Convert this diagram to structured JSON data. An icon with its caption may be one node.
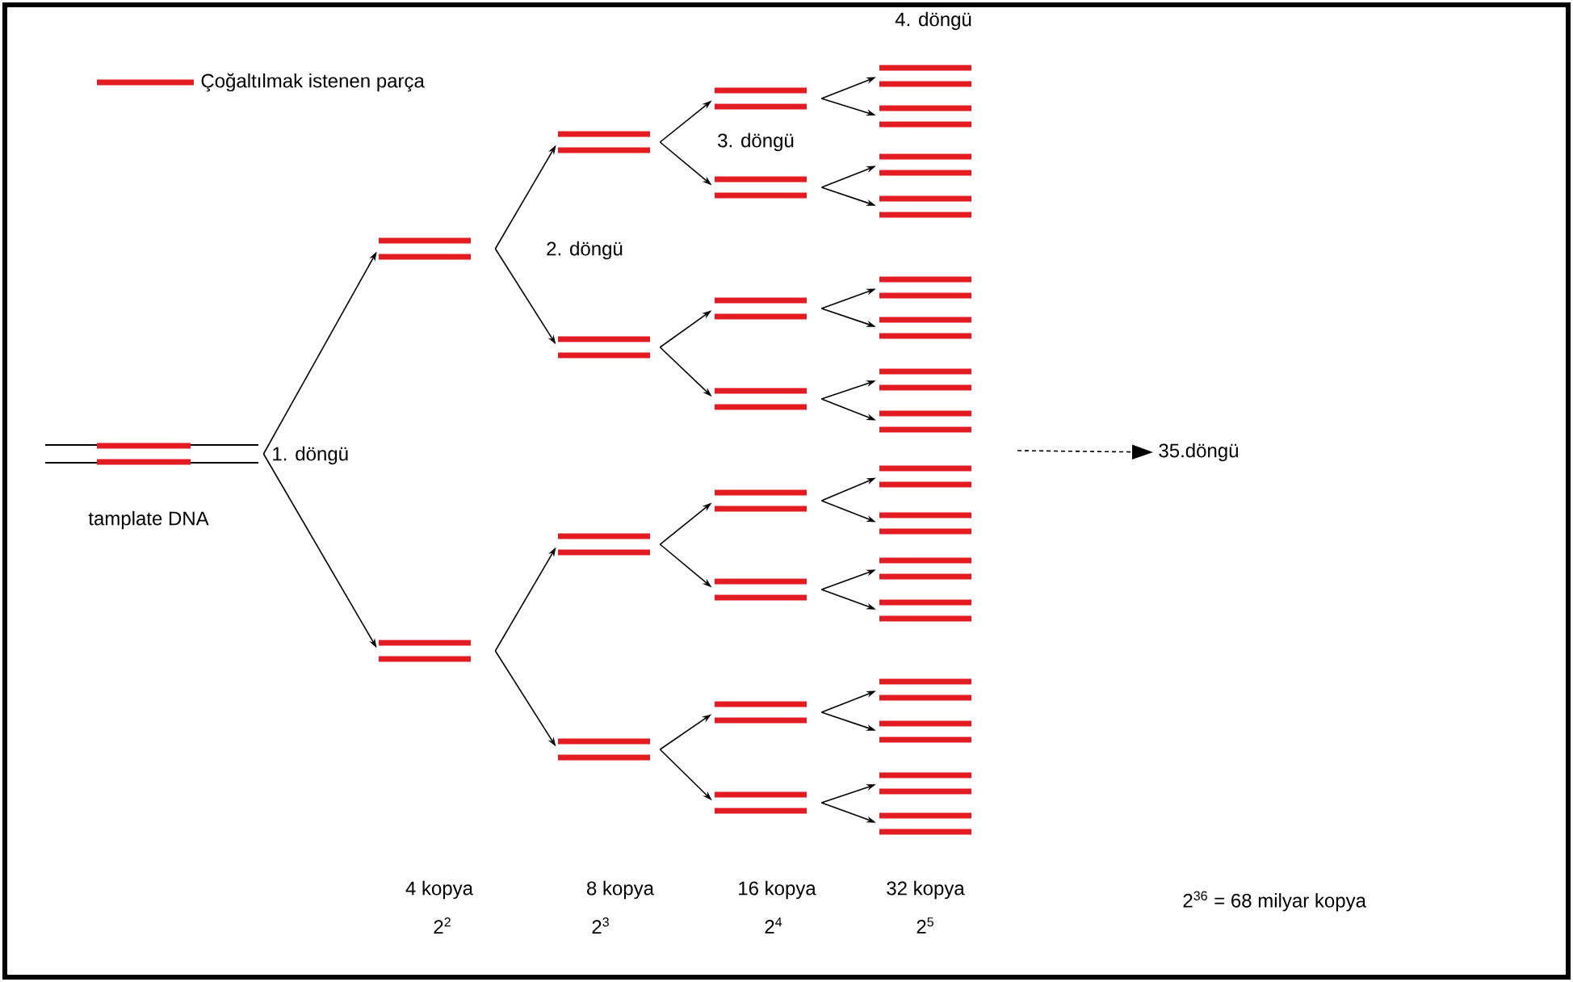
{
  "diagram": {
    "nodes": [
      {
        "text": [],
        "shape": "bar",
        "beside": [
          "tamplate DNA"
        ]
      },
      {
        "text": [],
        "shape": "bar"
      },
      {
        "text": [],
        "shape": "bar"
      },
      {
        "text": [],
        "shape": "bar"
      },
      {
        "text": [],
        "shape": "bar"
      },
      {
        "text": [],
        "shape": "bar"
      },
      {
        "text": [],
        "shape": "bar"
      },
      {
        "text": [],
        "shape": "bar"
      },
      {
        "text": [],
        "shape": "bar"
      },
      {
        "text": [],
        "shape": "bar"
      },
      {
        "text": [],
        "shape": "bar"
      },
      {
        "text": [],
        "shape": "bar"
      },
      {
        "text": [],
        "shape": "bar"
      },
      {
        "text": [],
        "shape": "bar"
      },
      {
        "text": [],
        "shape": "bar"
      },
      {
        "text": [],
        "shape": "bar"
      },
      {
        "text": [],
        "shape": "bar"
      },
      {
        "text": [],
        "shape": "bar"
      },
      {
        "text": [],
        "shape": "bar"
      },
      {
        "text": [],
        "shape": "bar"
      },
      {
        "text": [],
        "shape": "bar"
      },
      {
        "text": [],
        "shape": "bar"
      },
      {
        "text": [],
        "shape": "bar"
      },
      {
        "text": [],
        "shape": "bar"
      },
      {
        "text": [],
        "shape": "bar"
      },
      {
        "text": [],
        "shape": "bar"
      },
      {
        "text": [],
        "shape": "bar"
      },
      {
        "text": [],
        "shape": "bar"
      },
      {
        "text": [],
        "shape": "bar"
      },
      {
        "text": [],
        "shape": "bar"
      },
      {
        "text": [],
        "shape": "bar"
      },
      {
        "text": [
          "35.döngü"
        ]
      }
    ],
    "edges": [
      {
        "from": 0,
        "to": 1,
        "arrow": "to"
      },
      {
        "from": 0,
        "to": 2,
        "arrow": "to"
      },
      {
        "from": 1,
        "to": 3,
        "arrow": "to"
      },
      {
        "from": 1,
        "to": 4,
        "arrow": "to"
      },
      {
        "from": 2,
        "to": 5,
        "arrow": "to"
      },
      {
        "from": 2,
        "to": 6,
        "arrow": "to"
      },
      {
        "from": 3,
        "to": 7,
        "arrow": "to"
      },
      {
        "from": 3,
        "to": 8,
        "arrow": "to"
      },
      {
        "from": 4,
        "to": 9,
        "arrow": "to"
      },
      {
        "from": 4,
        "to": 10,
        "arrow": "to"
      },
      {
        "from": 5,
        "to": 11,
        "arrow": "to"
      },
      {
        "from": 5,
        "to": 12,
        "arrow": "to"
      },
      {
        "from": 6,
        "to": 13,
        "arrow": "to"
      },
      {
        "from": 6,
        "to": 14,
        "arrow": "to"
      },
      {
        "from": 7,
        "to": 15,
        "arrow": "to"
      },
      {
        "from": 7,
        "to": 16,
        "arrow": "to"
      },
      {
        "from": 8,
        "to": 17,
        "arrow": "to"
      },
      {
        "from": 8,
        "to": 18,
        "arrow": "to"
      },
      {
        "from": 9,
        "to": 19,
        "arrow": "to"
      },
      {
        "from": 9,
        "to": 20,
        "arrow": "to"
      },
      {
        "from": 10,
        "to": 21,
        "arrow": "to"
      },
      {
        "from": 10,
        "to": 22,
        "arrow": "to"
      },
      {
        "from": 11,
        "to": 23,
        "arrow": "to"
      },
      {
        "from": 11,
        "to": 24,
        "arrow": "to"
      },
      {
        "from": 12,
        "to": 25,
        "arrow": "to"
      },
      {
        "from": 12,
        "to": 26,
        "arrow": "to"
      },
      {
        "from": 13,
        "to": 27,
        "arrow": "to"
      },
      {
        "from": 13,
        "to": 28,
        "arrow": "to"
      },
      {
        "from": 14,
        "to": 29,
        "arrow": "to"
      },
      {
        "from": 14,
        "to": 30,
        "arrow": "to"
      },
      {
        "from": null,
        "to": 31,
        "arrow": "to",
        "style": "dashed"
      }
    ],
    "labels": [
      "4. döngü",
      "3. döngü",
      "2. döngü",
      "1. döngü",
      "4 kopya",
      "8 kopya",
      "16 kopya",
      "32 kopya",
      "2$^{36}$ = 68 milyar kopya",
      "2$^{2}$",
      "2$^{3}$",
      "2$^{4}$",
      "2$^{5}$"
    ],
    "legend": [
      {
        "text": "Çoğaltılmak istenen parça"
      }
    ]
  }
}
